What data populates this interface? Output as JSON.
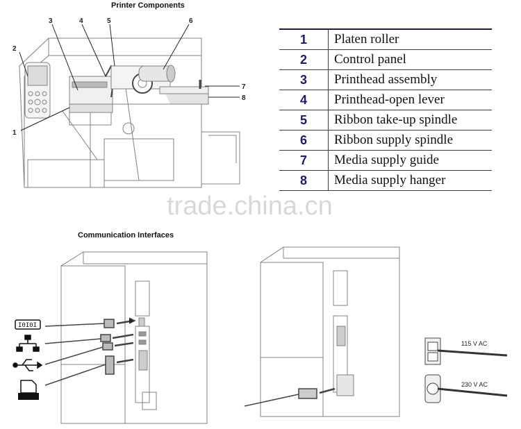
{
  "components": {
    "title": "Printer Components",
    "callouts": [
      "1",
      "2",
      "3",
      "4",
      "5",
      "6",
      "7",
      "8"
    ],
    "parts": [
      {
        "num": "1",
        "name": "Platen roller"
      },
      {
        "num": "2",
        "name": "Control panel"
      },
      {
        "num": "3",
        "name": "Printhead assembly"
      },
      {
        "num": "4",
        "name": "Printhead-open lever"
      },
      {
        "num": "5",
        "name": "Ribbon take-up spindle"
      },
      {
        "num": "6",
        "name": "Ribbon supply spindle"
      },
      {
        "num": "7",
        "name": "Media supply guide"
      },
      {
        "num": "8",
        "name": "Media supply hanger"
      }
    ]
  },
  "watermark": "trade.china.cn",
  "interfaces": {
    "title": "Communication Interfaces",
    "icons": [
      "serial-port-icon",
      "network-icon",
      "usb-icon",
      "parallel-printer-icon"
    ],
    "power_labels": [
      "115 V AC",
      "230 V AC"
    ]
  },
  "colors": {
    "line": "#777777",
    "table_num": "#1a1a6e",
    "table_rule": "#1c1c48"
  }
}
